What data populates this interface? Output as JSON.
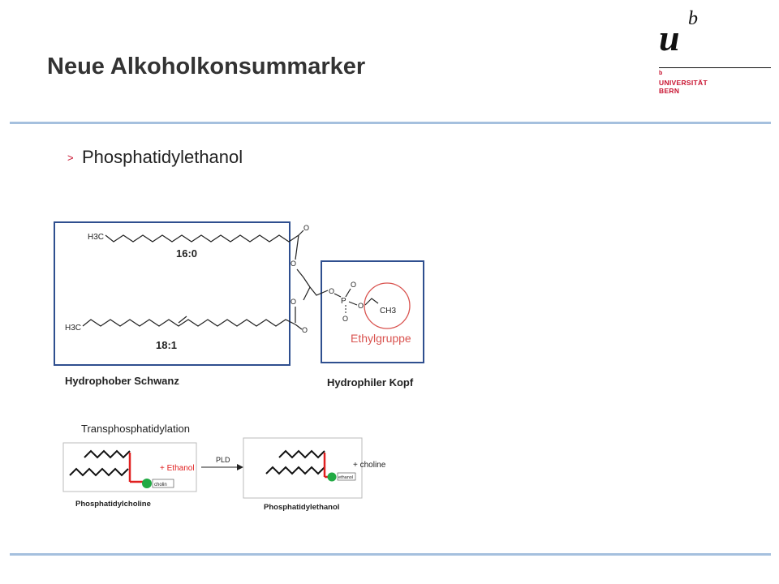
{
  "slide": {
    "title": "Neue Alkoholkonsummarker",
    "bullet_marker": ">",
    "bullets": [
      "Phosphatidylethanol"
    ]
  },
  "logo": {
    "u": "u",
    "b": "b",
    "small_b": "b",
    "university_line1": "UNIVERSITÄT",
    "university_line2": "BERN",
    "color": "#c8102e"
  },
  "figure": {
    "structure": {
      "chain_a_start": "H3C",
      "chain_b_start": "H3C",
      "chain_a_label": "16:0",
      "chain_b_label": "18:1",
      "terminal_group": "CH3",
      "phosphorus": "P",
      "oxygen": "O",
      "ethyl_label": "Ethylgruppe",
      "tail_label": "Hydrophober Schwanz",
      "head_label": "Hydrophiler Kopf",
      "ethyl_color": "#d9534f",
      "box_color": "#2f4f8f"
    },
    "reaction": {
      "title": "Transphosphatidylation",
      "reagent": "+ Ethanol",
      "enzyme": "PLD",
      "byproduct": "+ choline",
      "left_tag": "cholin",
      "right_tag": "ethanol",
      "left_name": "Phosphatidylcholine",
      "right_name": "Phosphatidylethanol",
      "accent_red": "#e02020",
      "head_green": "#22aa44"
    }
  }
}
